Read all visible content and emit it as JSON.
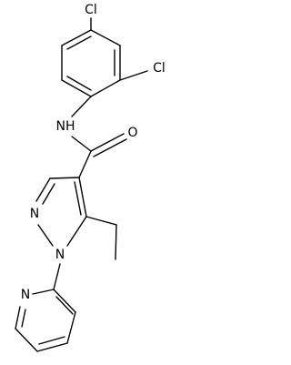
{
  "molecule": {
    "labels": {
      "cl_top": "Cl",
      "cl_right": "Cl",
      "nh": "NH",
      "o": "O",
      "n_pyrazole_upper": "N",
      "n_pyrazole_lower": "N",
      "n_pyridine": "N"
    }
  },
  "colors": {
    "bond": "#000000",
    "label": "#000000",
    "background": "#ffffff"
  }
}
